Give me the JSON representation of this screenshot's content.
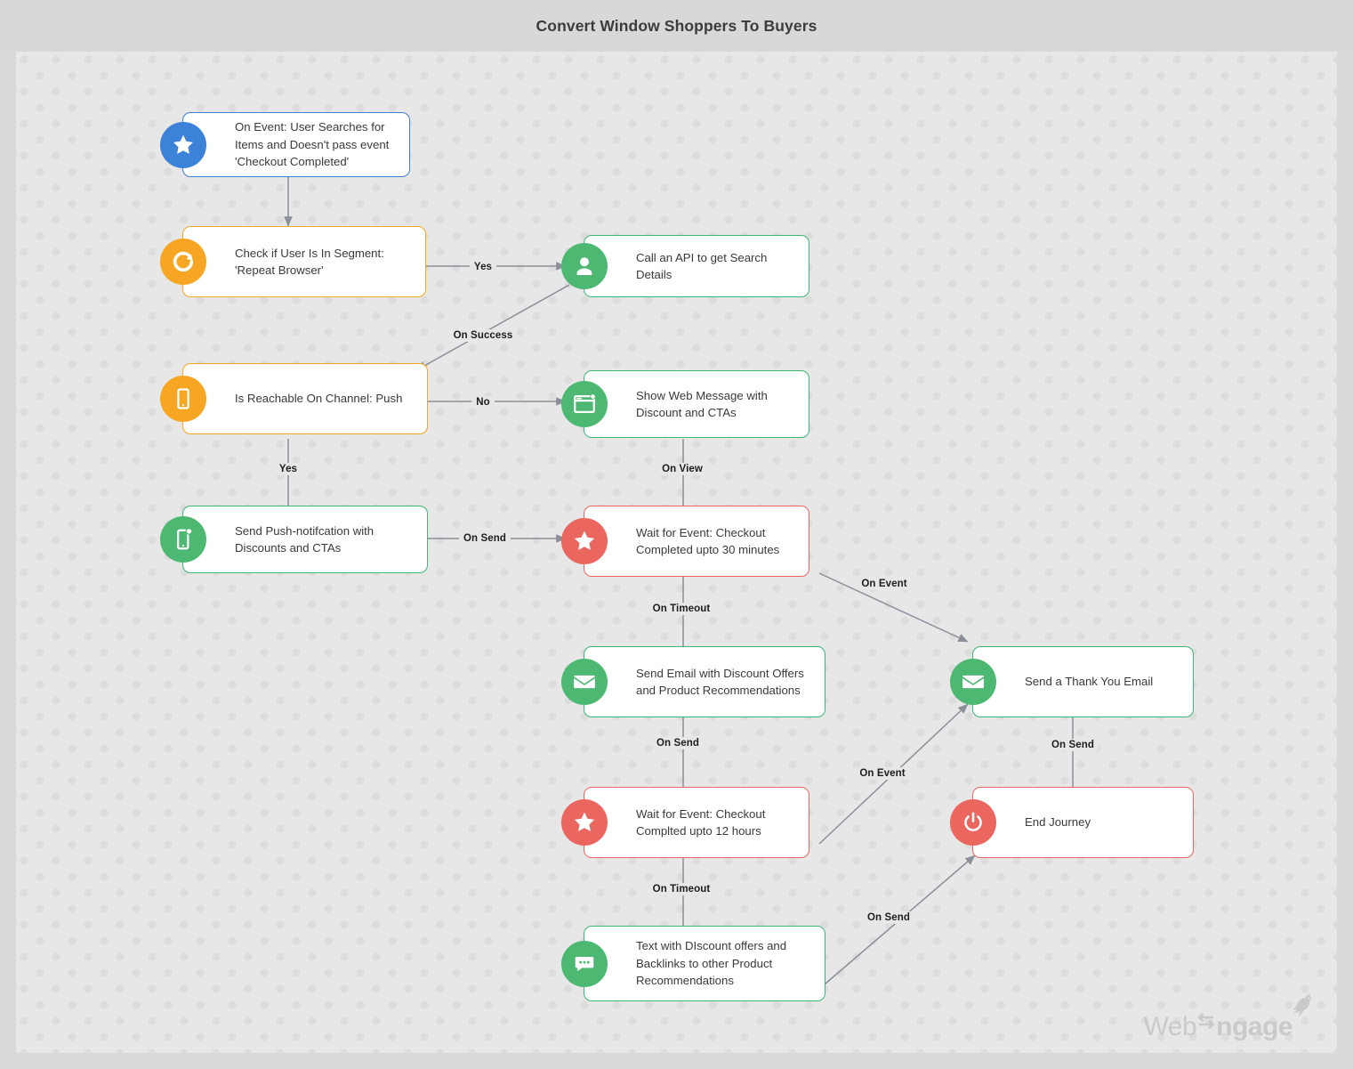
{
  "header": {
    "title": "Convert Window Shoppers To Buyers"
  },
  "brand": {
    "name_part1": "Web",
    "name_part2": "ngage",
    "bird_icon": "bird-icon",
    "logo_color": "#c9c9c9"
  },
  "colors": {
    "blue": "#3b82d8",
    "orange": "#f6a623",
    "green": "#4cb872",
    "red": "#ec6660",
    "canvas_bg": "#e7e7e7",
    "dot": "#dcdcdc",
    "titlebar_bg": "#d8d8d8",
    "edge": "#8a8f99"
  },
  "nodes": [
    {
      "id": "trigger",
      "label": "On Event: User Searches for Items and Doesn't pass event 'Checkout Completed'",
      "icon": "star-icon",
      "color": "blue"
    },
    {
      "id": "segment-check",
      "label": "Check if User Is In Segment: 'Repeat Browser'",
      "icon": "segment-icon",
      "color": "orange"
    },
    {
      "id": "call-api",
      "label": "Call an API to get Search Details",
      "icon": "user-icon",
      "color": "green"
    },
    {
      "id": "reachable-push",
      "label": "Is Reachable On Channel: Push",
      "icon": "mobile-icon",
      "color": "orange"
    },
    {
      "id": "web-message",
      "label": "Show Web Message with Discount and CTAs",
      "icon": "browser-window-icon",
      "color": "green"
    },
    {
      "id": "send-push",
      "label": "Send Push-notifcation with Discounts and CTAs",
      "icon": "push-notification-icon",
      "color": "green"
    },
    {
      "id": "wait-30min",
      "label": "Wait for  Event: Checkout Completed upto 30 minutes",
      "icon": "star-icon",
      "color": "red"
    },
    {
      "id": "send-email-discount",
      "label": "Send Email with Discount Offers and Product Recommendations",
      "icon": "envelope-icon",
      "color": "green"
    },
    {
      "id": "wait-12hrs",
      "label": "Wait for  Event: Checkout Complted upto 12 hours",
      "icon": "star-icon",
      "color": "red"
    },
    {
      "id": "send-text",
      "label": "Text with DIscount offers and Backlinks to other Product Recommendations",
      "icon": "sms-icon",
      "color": "green"
    },
    {
      "id": "thank-you-email",
      "label": "Send a Thank You Email",
      "icon": "envelope-icon",
      "color": "green"
    },
    {
      "id": "end-journey",
      "label": "End Journey",
      "icon": "power-icon",
      "color": "red"
    }
  ],
  "edge_labels": {
    "segment_yes": "Yes",
    "api_on_success": "On Success",
    "reachable_no": "No",
    "reachable_yes": "Yes",
    "webmsg_on_view": "On View",
    "push_on_send": "On Send",
    "wait30_on_timeout": "On Timeout",
    "wait30_on_event": "On Event",
    "email_on_send": "On Send",
    "wait12_on_timeout": "On Timeout",
    "wait12_on_event": "On Event",
    "text_on_send": "On Send",
    "thanks_on_send": "On Send"
  }
}
